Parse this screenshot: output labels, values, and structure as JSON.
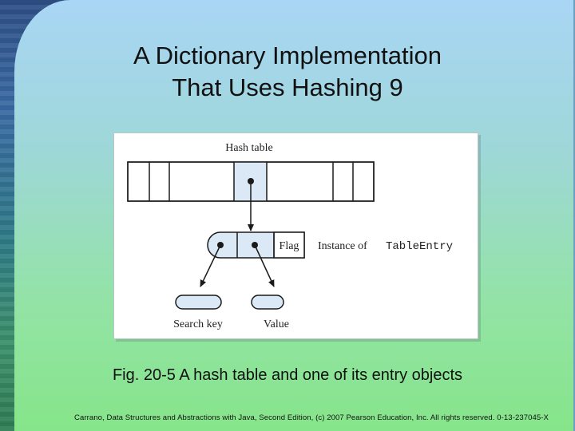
{
  "slide": {
    "title_line1": "A Dictionary Implementation",
    "title_line2": "That Uses Hashing 9",
    "caption": "Fig. 20-5 A hash table and one of its entry objects",
    "footer": "Carrano, Data Structures and Abstractions with Java, Second Edition, (c) 2007 Pearson Education, Inc. All rights reserved. 0-13-237045-X"
  },
  "diagram": {
    "hash_table_label": "Hash table",
    "flag_label": "Flag",
    "instance_prefix": "Instance of",
    "instance_class": "TableEntry",
    "search_key_label": "Search key",
    "value_label": "Value"
  },
  "colors": {
    "cell_highlight": "#dbe8f5",
    "entry_fill": "#dbe8f5",
    "stroke": "#1a1a1a"
  }
}
